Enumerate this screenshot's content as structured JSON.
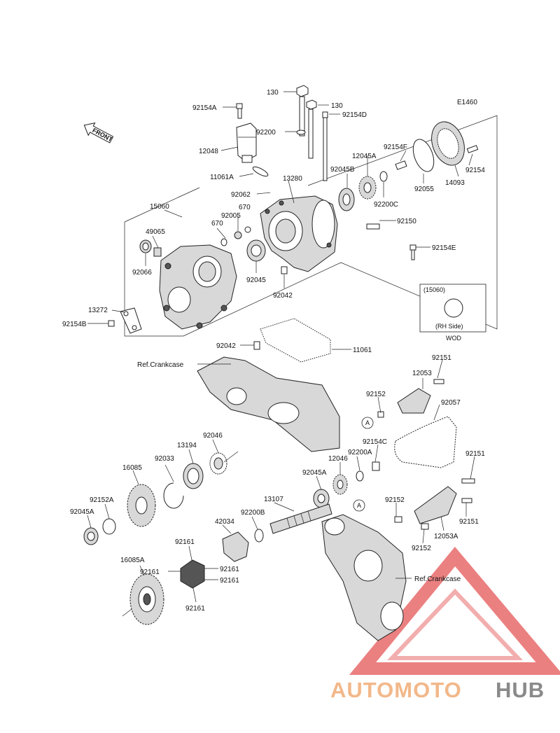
{
  "diagram": {
    "code": "E1460",
    "front_label": "FRONT",
    "ref_crankcase_1": "Ref.Crankcase",
    "ref_crankcase_2": "Ref.Crankcase",
    "callout_a1": "A",
    "callout_a2": "A",
    "inset_top": "(15060)",
    "inset_side": "(RH Side)",
    "inset_code": "WOD",
    "labels": {
      "p130a": "130",
      "p130b": "130",
      "p92154A": "92154A",
      "p92154D": "92154D",
      "p92200": "92200",
      "p12048": "12048",
      "p11061A": "11061A",
      "p92062": "92062",
      "p13280": "13280",
      "p15060": "15060",
      "p670a": "670",
      "p92005": "92005",
      "p670b": "670",
      "p49065": "49065",
      "p92066": "92066",
      "p92045": "92045",
      "p92042a": "92042",
      "p13272": "13272",
      "p92154B": "92154B",
      "p12045A": "12045A",
      "p92154F": "92154F",
      "p92045B": "92045B",
      "p92200C": "92200C",
      "p92055": "92055",
      "p14093": "14093",
      "p92154": "92154",
      "p92150": "92150",
      "p92154E": "92154E",
      "p92042b": "92042",
      "p11061": "11061",
      "p92151a": "92151",
      "p12053": "12053",
      "p92152a": "92152",
      "p92057": "92057",
      "p92154C": "92154C",
      "p92200A": "92200A",
      "p12046": "12046",
      "p92045A": "92045A",
      "p92151b": "92151",
      "p92152b": "92152",
      "p92151c": "92151",
      "p12053A": "12053A",
      "p92152c": "92152",
      "p92033": "92033",
      "p13194": "13194",
      "p92046": "92046",
      "p16085": "16085",
      "p92152A": "92152A",
      "p92045A2": "92045A",
      "p13107": "13107",
      "p92200B": "92200B",
      "p42034": "42034",
      "p92161a": "92161",
      "p92161b": "92161",
      "p92161c": "92161",
      "p92161d": "92161",
      "p92161e": "92161",
      "p16085A": "16085A"
    }
  },
  "watermark": {
    "text_auto": "AUTOMOTO",
    "text_hub": "HUB",
    "color_auto": "#f2b88a",
    "color_hub": "#8a8a8a",
    "color_triangle": "#e86a6a"
  }
}
